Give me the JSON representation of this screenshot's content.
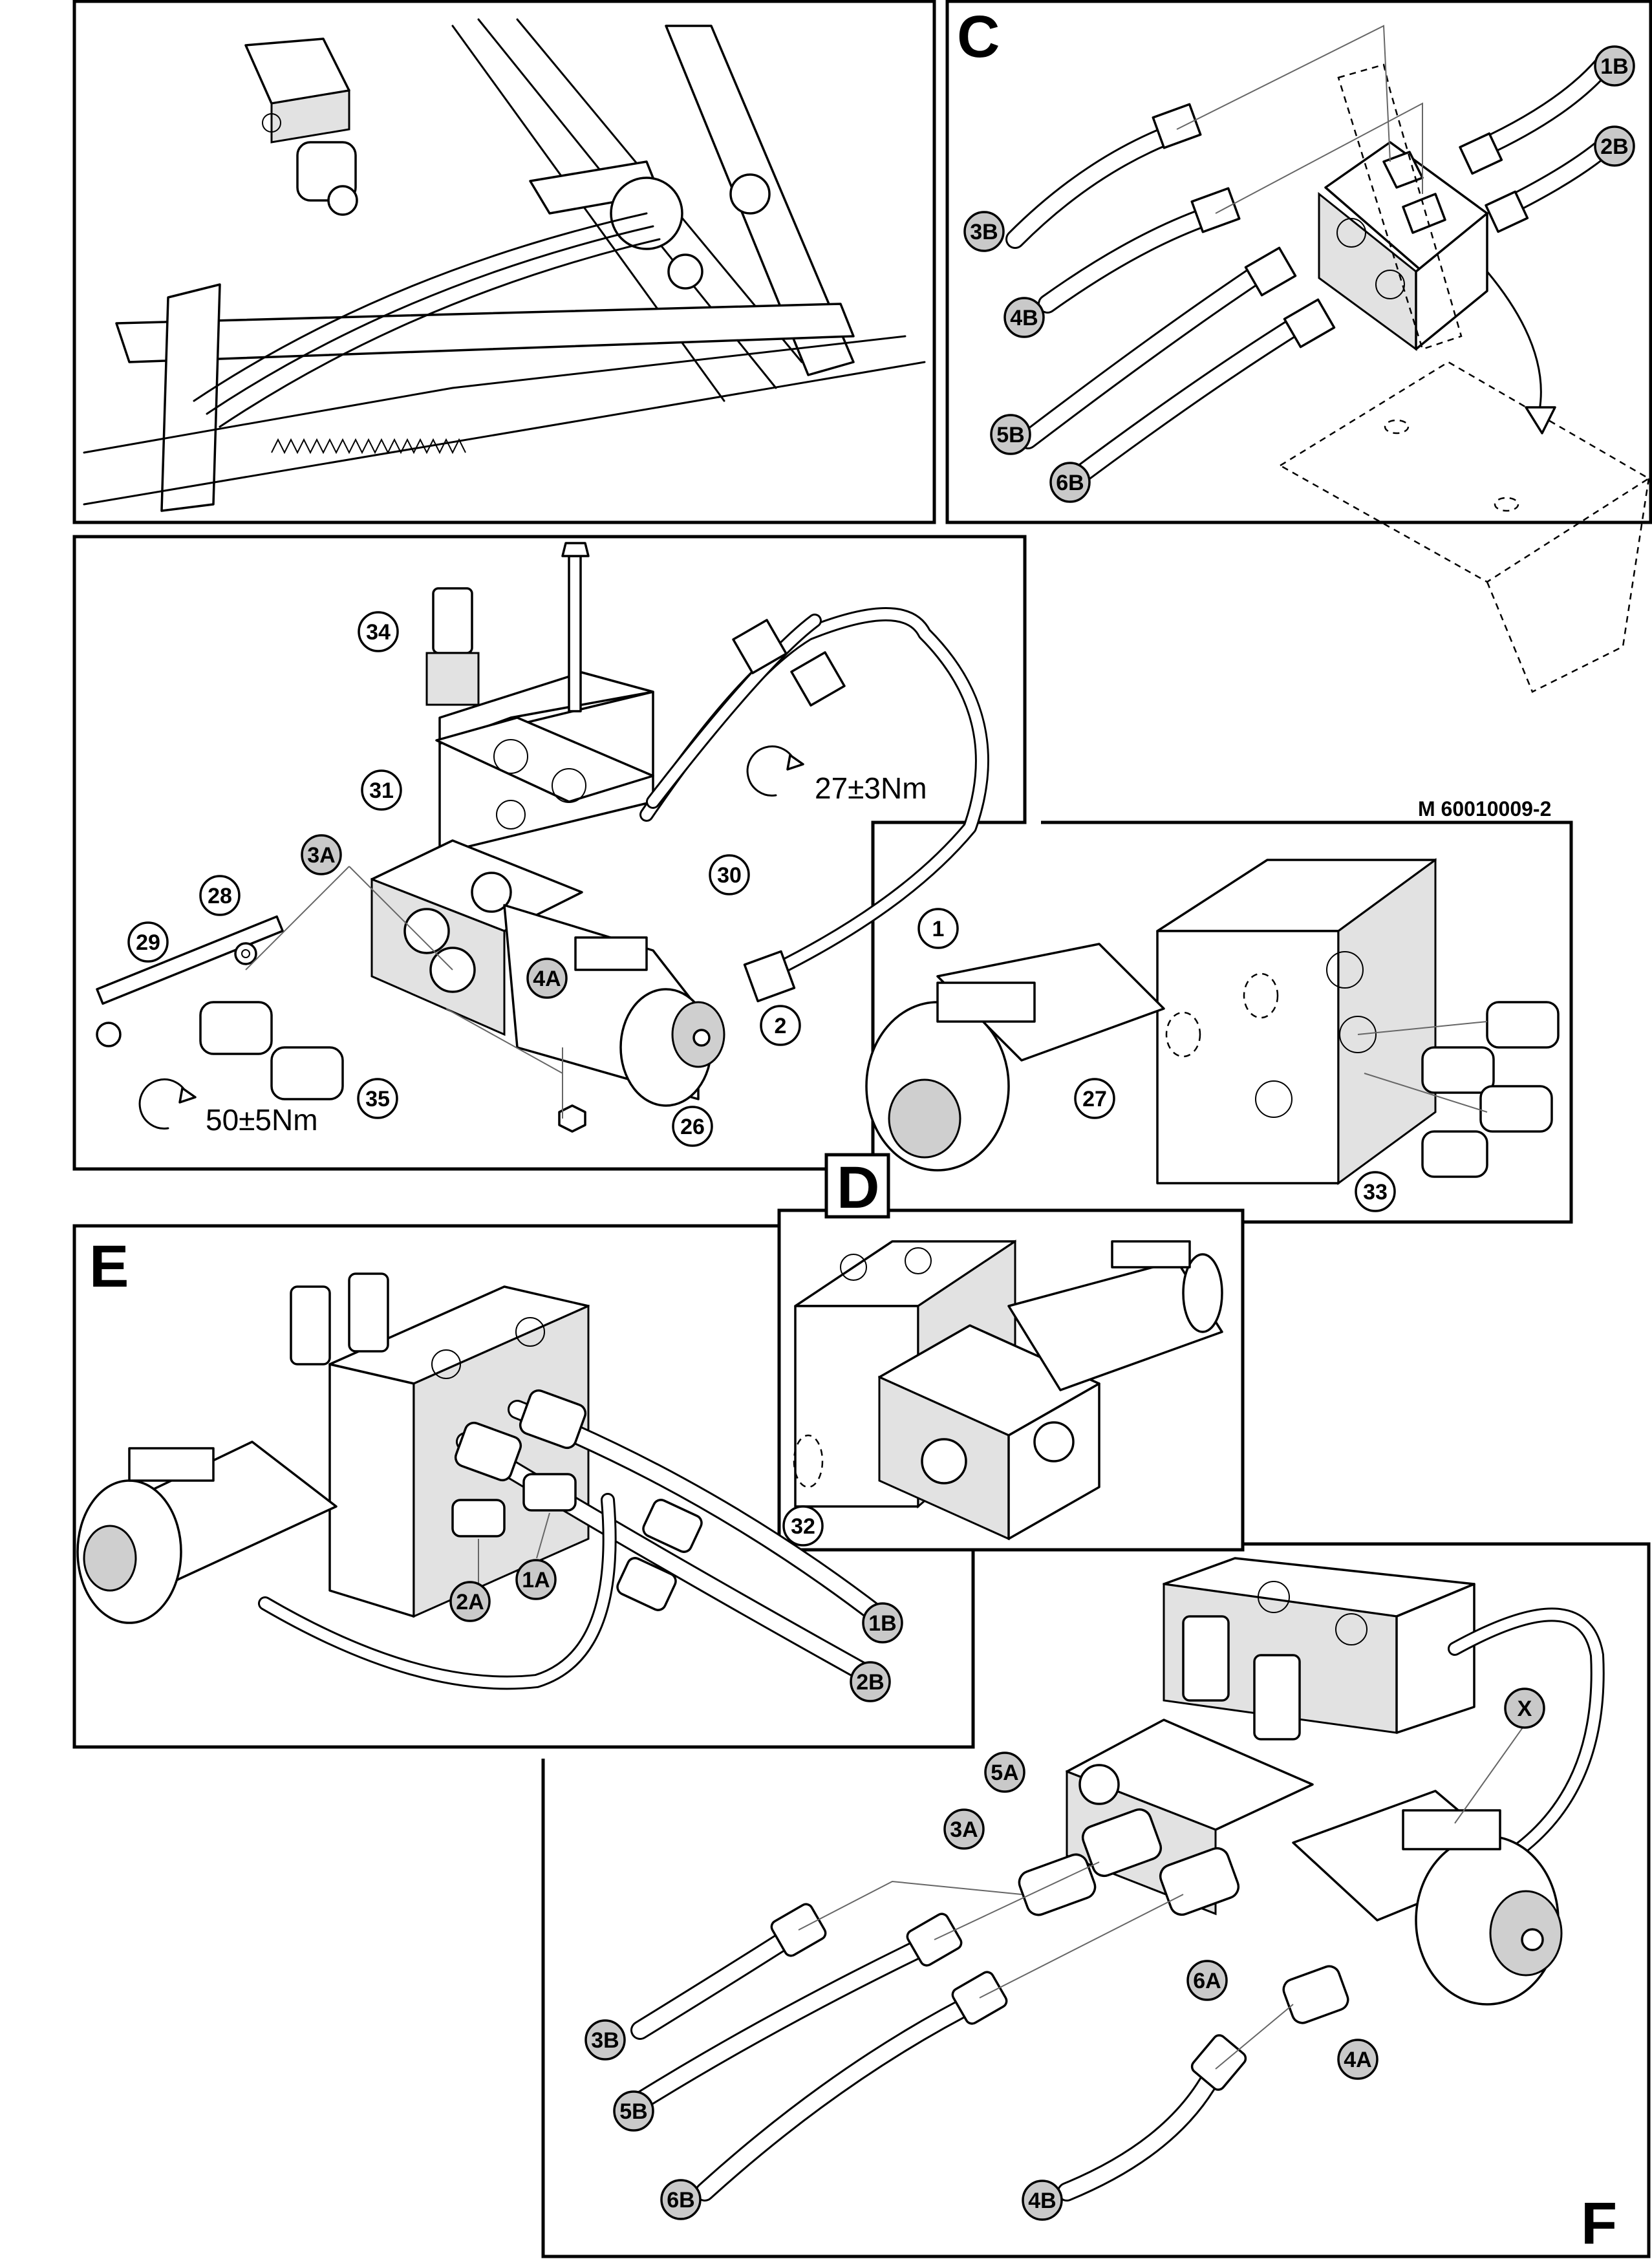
{
  "document_ref": "M 60010009-2",
  "view_letters": {
    "C": "C",
    "D": "D",
    "E": "E",
    "F": "F"
  },
  "torques": {
    "upper": "27±3Nm",
    "lower": "50±5Nm"
  },
  "callouts": {
    "main": [
      "34",
      "31",
      "3A",
      "28",
      "29",
      "4A",
      "35",
      "30",
      "1",
      "2",
      "26"
    ],
    "view_c": [
      "1B",
      "2B",
      "3B",
      "4B",
      "5B",
      "6B"
    ],
    "view_d": [
      "27",
      "33",
      "32"
    ],
    "view_e": [
      "2A",
      "1A",
      "1B",
      "2B"
    ],
    "view_f": [
      "X",
      "5A",
      "3A",
      "6A",
      "3B",
      "5B",
      "4A",
      "6B",
      "4B"
    ]
  }
}
